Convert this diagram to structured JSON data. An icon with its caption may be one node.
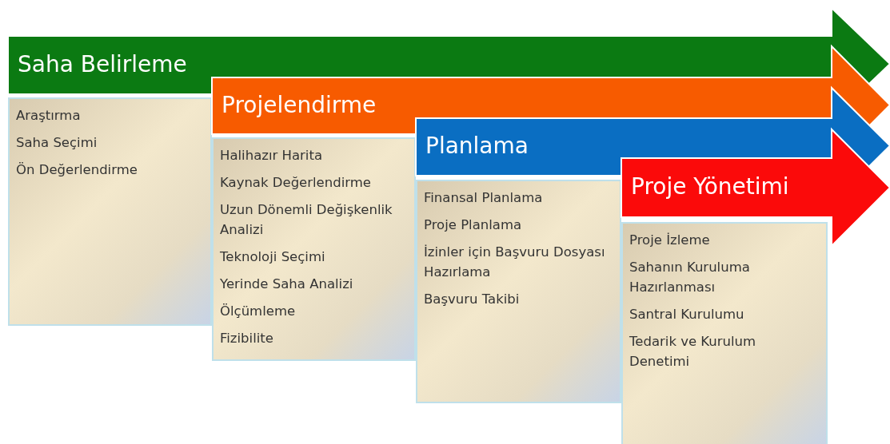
{
  "diagram": {
    "nodes": [
      {
        "text": [
          "Saha Belirleme"
        ]
      },
      {
        "text": [
          "Araştırma",
          "Saha Seçimi",
          "Ön Değerlendirme"
        ]
      },
      {
        "text": [
          "Projelendirme"
        ]
      },
      {
        "text": [
          "Halihazır Harita",
          "Kaynak Değerlendirme",
          "Uzun Dönemli Değişkenlik Analizi",
          "Teknoloji Seçimi",
          "Yerinde Saha Analizi",
          "Ölçümleme",
          "Fizibilite"
        ]
      },
      {
        "text": [
          "Planlama"
        ]
      },
      {
        "text": [
          "Finansal Planlama",
          "Proje Planlama",
          "İzinler için Başvuru Dosyası Hazırlama",
          "Başvuru Takibi"
        ]
      },
      {
        "text": [
          "Proje Yönetimi"
        ]
      },
      {
        "text": [
          "Proje İzleme",
          "Sahanın Kuruluma Hazırlanması",
          "Santral Kurulumu",
          "Tedarik ve Kurulum Denetimi"
        ]
      }
    ]
  }
}
